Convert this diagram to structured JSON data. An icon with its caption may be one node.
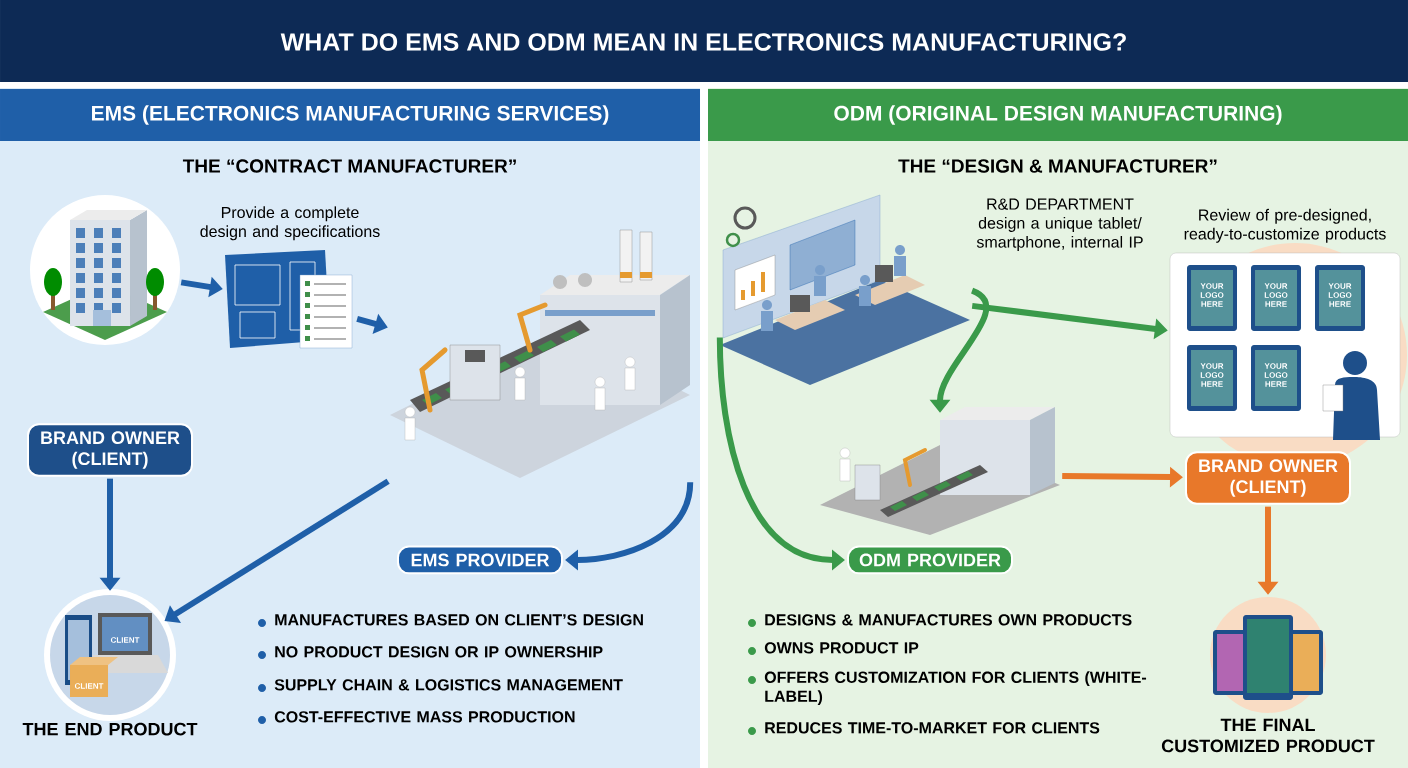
{
  "diagram": {
    "title": "WHAT DO EMS AND ODM MEAN IN ELECTRONICS MANUFACTURING?",
    "nodes": [
      {
        "text": [
          "EMS (ELECTRONICS MANUFACTURING SERVICES)",
          "THE “CONTRACT MANUFACTURER”"
        ]
      },
      {
        "text": [],
        "shape": "picture",
        "in": 0
      },
      {
        "text": [
          "BRAND OWNER (CLIENT)"
        ],
        "in": 0
      },
      {
        "text": [
          "Provide a complete design and specifications"
        ],
        "in": 0
      },
      {
        "text": [],
        "shape": "picture",
        "in": 0
      },
      {
        "text": [
          "EMS PROVIDER"
        ],
        "in": 0
      },
      {
        "text": [
          "THE END PRODUCT"
        ],
        "in": 0
      },
      {
        "text": [
          "ODM (ORIGINAL DESIGN MANUFACTURING)",
          "THE “DESIGN & MANUFACTURER”"
        ]
      },
      {
        "text": [
          "R&D DEPARTMENT design a unique tablet/ smartphone, internal IP"
        ],
        "in": 7
      },
      {
        "text": [],
        "shape": "picture",
        "in": 7
      },
      {
        "text": [
          "ODM PROVIDER"
        ],
        "in": 7
      },
      {
        "text": [
          "Review of pre-designed, ready-to-customize products"
        ],
        "in": 7
      },
      {
        "text": [
          "BRAND OWNER (CLIENT)"
        ],
        "in": 7
      },
      {
        "text": [
          "THE FINAL CUSTOMIZED PRODUCT"
        ],
        "in": 7
      }
    ],
    "edges": [
      {
        "from": 1,
        "to": 3,
        "arrow": "to"
      },
      {
        "from": 3,
        "to": 4,
        "arrow": "to"
      },
      {
        "from": 2,
        "to": 6,
        "arrow": "to"
      },
      {
        "from": 4,
        "to": 5,
        "arrow": "to"
      },
      {
        "from": 4,
        "to": 6,
        "arrow": "to"
      },
      {
        "from": 8,
        "to": 11,
        "arrow": "to",
        "color": "#3a9a4a"
      },
      {
        "from": 8,
        "to": 9,
        "arrow": "to",
        "color": "#3a9a4a"
      },
      {
        "from": 8,
        "to": 10,
        "arrow": "to",
        "color": "#3a9a4a"
      },
      {
        "from": 9,
        "to": 12,
        "arrow": "to",
        "color": "#e8782a"
      },
      {
        "from": 12,
        "to": 13,
        "arrow": "to",
        "color": "#e8782a"
      }
    ],
    "labels": [
      "YOUR LOGO HERE",
      "YOUR LOGO HERE",
      "YOUR LOGO HERE",
      "YOUR LOGO HERE",
      "YOUR LOGO HERE",
      "CLIENT",
      "CLIENT",
      "MANUFACTURES BASED ON CLIENT’S DESIGN",
      "NO PRODUCT DESIGN OR IP OWNERSHIP",
      "SUPPLY CHAIN & LOGISTICS MANAGEMENT",
      "COST-EFFECTIVE MASS PRODUCTION",
      "DESIGNS & MANUFACTURES OWN PRODUCTS",
      "OWNS PRODUCT IP",
      "OFFERS CUSTOMIZATION FOR CLIENTS (WHITE-LABEL)",
      "REDUCES TIME-TO-MARKET FOR CLIENTS"
    ]
  }
}
